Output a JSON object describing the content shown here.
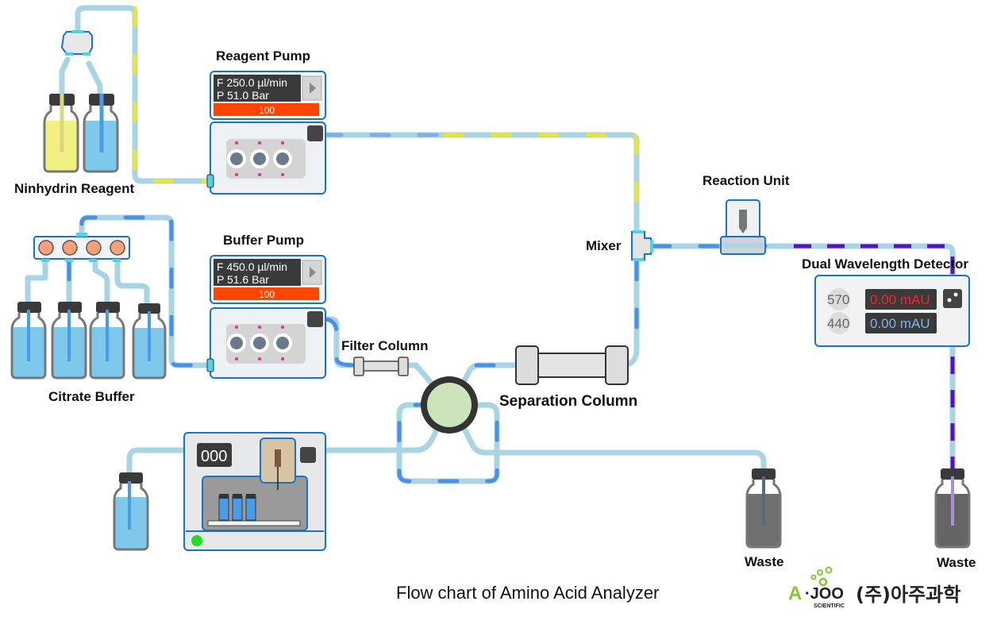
{
  "title": "Flow chart of Amino Acid Analyzer",
  "labels": {
    "ninhydrin": "Ninhydrin Reagent",
    "citrate": "Citrate Buffer",
    "reagent_pump": "Reagent Pump",
    "buffer_pump": "Buffer Pump",
    "filter_column": "Filter Column",
    "separation_column": "Separation Column",
    "mixer": "Mixer",
    "reaction_unit": "Reaction Unit",
    "detector": "Dual Wavelength Detector",
    "waste1": "Waste",
    "waste2": "Waste"
  },
  "reagent_pump": {
    "flow": "F 250.0 µl/min",
    "pressure": "P 51.0 Bar",
    "bar_value": "100"
  },
  "buffer_pump": {
    "flow": "F 450.0 µl/min",
    "pressure": "P 51.6 Bar",
    "bar_value": "100"
  },
  "detector": {
    "ch1": {
      "wavelength": "570",
      "reading": "0.00 mAU",
      "color": "#ff2222"
    },
    "ch2": {
      "wavelength": "440",
      "reading": "0.00 mAU",
      "color": "#7ab4f0"
    }
  },
  "autosampler": {
    "counter": "000",
    "status_color": "#22dd22"
  },
  "logo": {
    "brand": "A·JOO",
    "sub": "SCIENTIFIC",
    "korean": "(주)아주과학"
  },
  "colors": {
    "tube": "#a8d4e4",
    "buffer_flow": "#4a90e8",
    "reagent_flow": "#e6e63a",
    "reaction_flow": "#5a0ec8",
    "pump_bar": "#ff4400",
    "device_border": "#1a73c8"
  }
}
